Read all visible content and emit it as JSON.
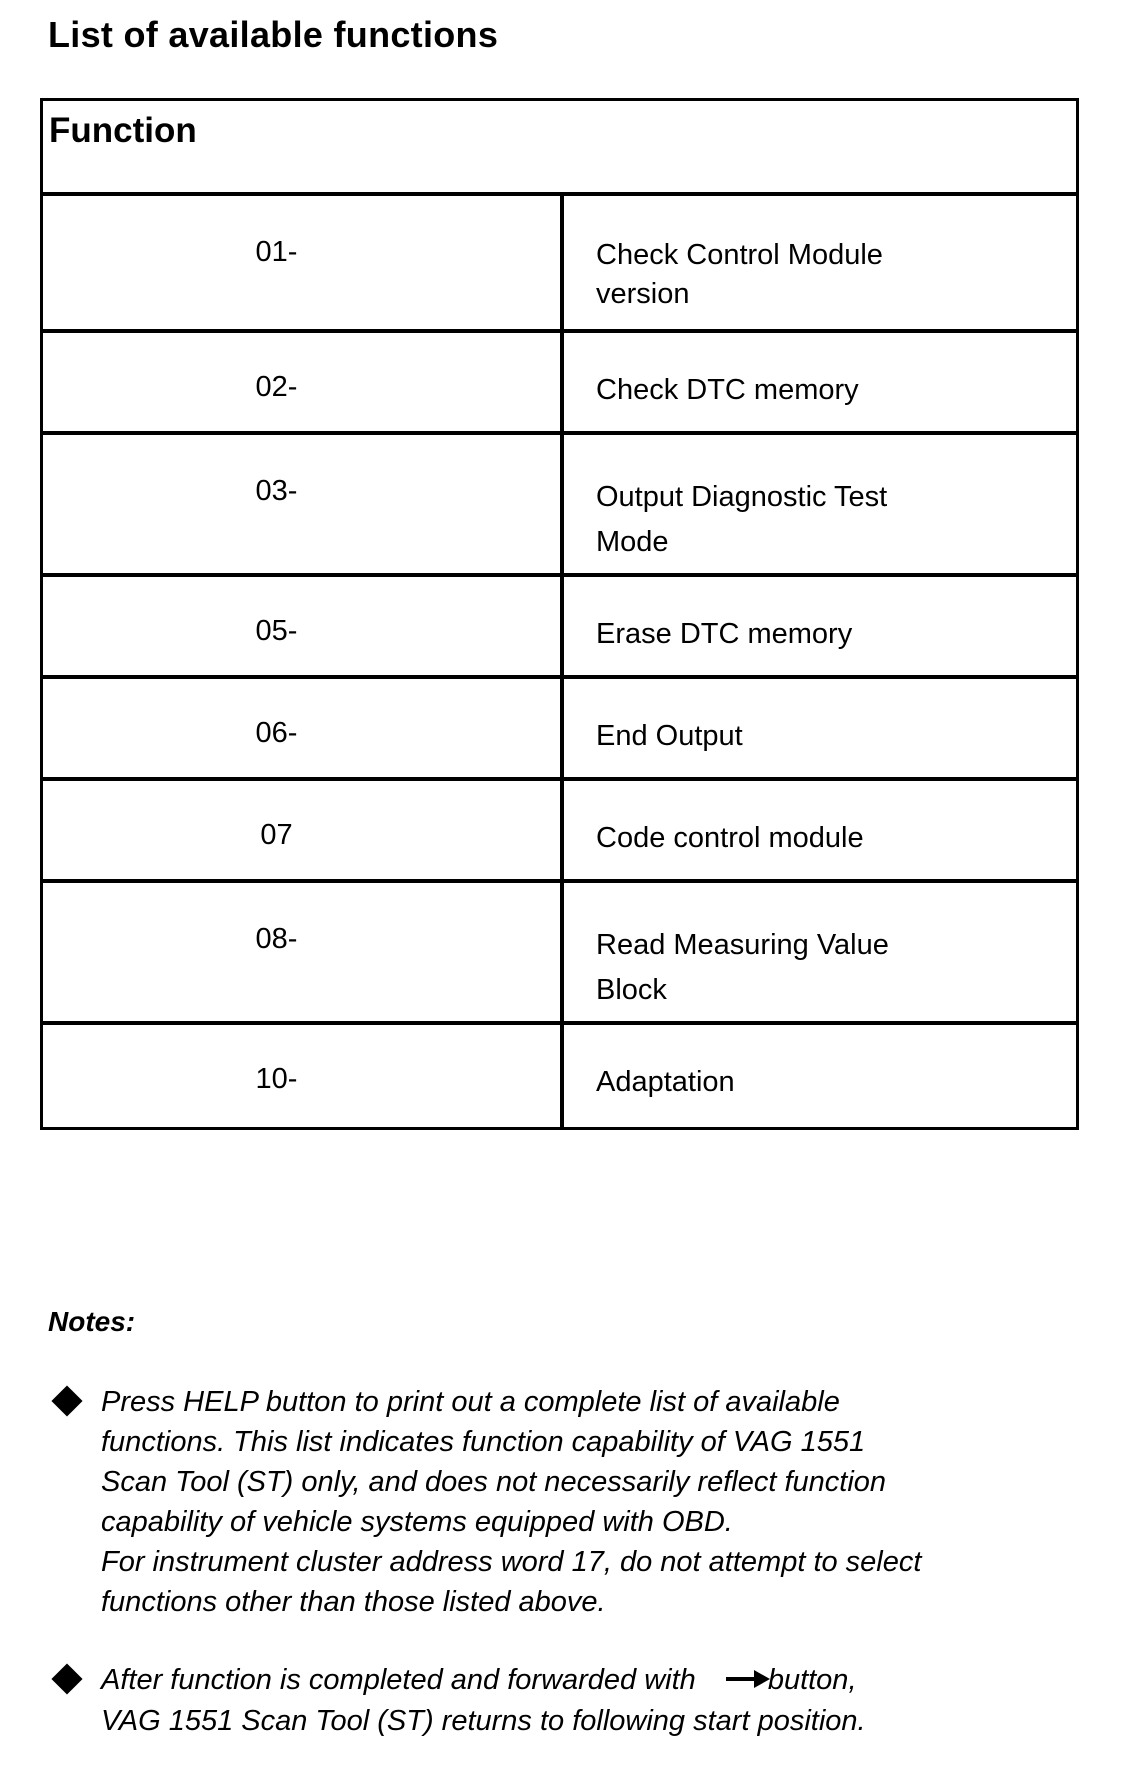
{
  "title": "List of available functions",
  "table": {
    "header": "Function",
    "rows": [
      {
        "code": "01-",
        "desc_lines": [
          "Check Control Module",
          "version"
        ]
      },
      {
        "code": "02-",
        "desc_lines": [
          "Check DTC memory"
        ]
      },
      {
        "code": "03-",
        "desc_lines": [
          "Output Diagnostic Test",
          "Mode"
        ]
      },
      {
        "code": "05-",
        "desc_lines": [
          "Erase DTC memory"
        ]
      },
      {
        "code": "06-",
        "desc_lines": [
          "End Output"
        ]
      },
      {
        "code": "07",
        "desc_lines": [
          "Code control module"
        ]
      },
      {
        "code": "08-",
        "desc_lines": [
          "Read Measuring Value",
          "Block"
        ]
      },
      {
        "code": "10-",
        "desc_lines": [
          "Adaptation"
        ]
      }
    ]
  },
  "notes": {
    "title": "Notes:",
    "items": [
      {
        "lines": [
          "Press HELP button to print out a complete list of available",
          "functions. This list indicates function capability of VAG 1551",
          "Scan Tool (ST) only, and does not necessarily reflect function",
          "capability of vehicle systems equipped with OBD.",
          "For instrument cluster address word 17, do not attempt to select",
          "functions other than those listed above."
        ]
      },
      {
        "line1_before_icon": "After function is completed and forwarded with",
        "line1_after_icon": "button,",
        "line2": "VAG 1551 Scan Tool (ST) returns to following start position.",
        "icon": "right-arrow-icon"
      }
    ]
  }
}
